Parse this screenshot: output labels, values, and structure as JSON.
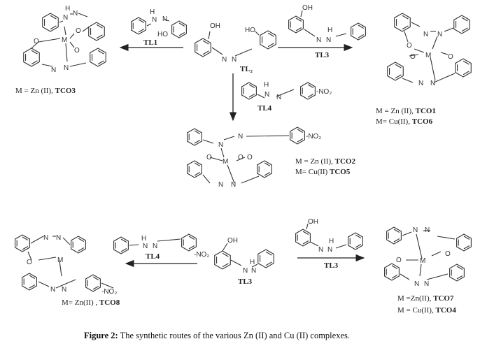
{
  "atoms": {
    "oh": "OH",
    "ho": "HO",
    "n": "N",
    "h": "H",
    "m": "M",
    "o": "O",
    "no2": "-NO₂"
  },
  "reagents": {
    "tl1": "TL1",
    "tl2": "TL₂",
    "tl3": "TL3",
    "tl4": "TL4"
  },
  "products": {
    "tco3": {
      "prefix": "M = Zn (II), ",
      "name": "TCO3"
    },
    "tco1": {
      "prefix": "M = Zn (II), ",
      "name": "TCO1"
    },
    "tco6": {
      "prefix": "M= Cu(II), ",
      "name": "TCO6"
    },
    "tco2": {
      "prefix": "M = Zn (II),  ",
      "name": "TCO2"
    },
    "tco5": {
      "prefix": "M= Cu(II) ",
      "name": "TCO5"
    },
    "tco8": {
      "prefix": "M= Zn(II) , ",
      "name": "TCO8"
    },
    "tco7": {
      "prefix": "M =Zn(II), ",
      "name": "TCO7"
    },
    "tco4": {
      "prefix": "M = Cu(II), ",
      "name": "TCO4"
    }
  },
  "caption": {
    "label": "Figure 2:",
    "text": " The synthetic routes of the various Zn (II) and Cu (II) complexes."
  }
}
